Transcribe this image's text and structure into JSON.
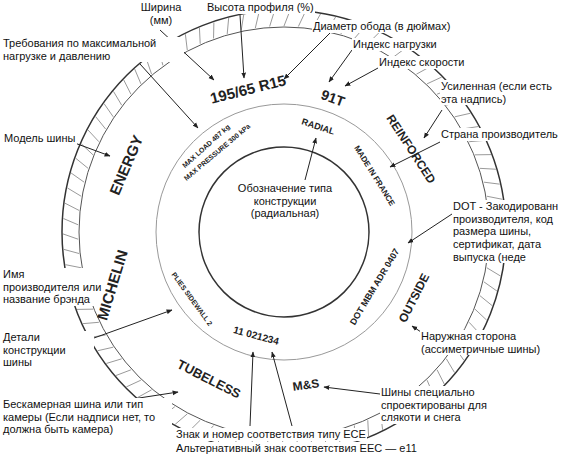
{
  "diagram": {
    "labels": [
      "Ширина (мм)",
      "Высота профиля (%)",
      "Диаметр обода (в дюймах)",
      "Индекс нагрузки",
      "Индекс скорости",
      "Требования по максимальной нагрузке и давлению",
      "Усиленная (если есть эта надпись)",
      "Страна производитель",
      "Модель шины",
      "Обозначение типа конструкции (радиальная)",
      "DOT - Закодированн производителя, код размера шины, сертификат, дата выпуска (неде",
      "Имя производителя или название брэнда",
      "Детали конструкции шины",
      "Наружная сторона (ассиметричные шины)",
      "Бескамерная шина или тип камеры (Если надписи нет, то должна быть камера)",
      "Шины специально спроектированы для слякоти и снега",
      "Знак и номер соответствия типу ECE",
      "Альтернативный знак соответствия EEC — e11",
      "195/65 R15",
      "91T",
      "RADIAL",
      "REINFORCED",
      "MADE IN FRANCE",
      "ENERGY",
      "MAX LOAD 487 kg",
      "MAX PRESSURE 300 kPa",
      "DOT MBM ADR 0407",
      "OUTSIDE",
      "M&S",
      "11 021234",
      "TUBELESS",
      "MICHELIN",
      "PLIES SIDEWALL 2"
    ]
  }
}
